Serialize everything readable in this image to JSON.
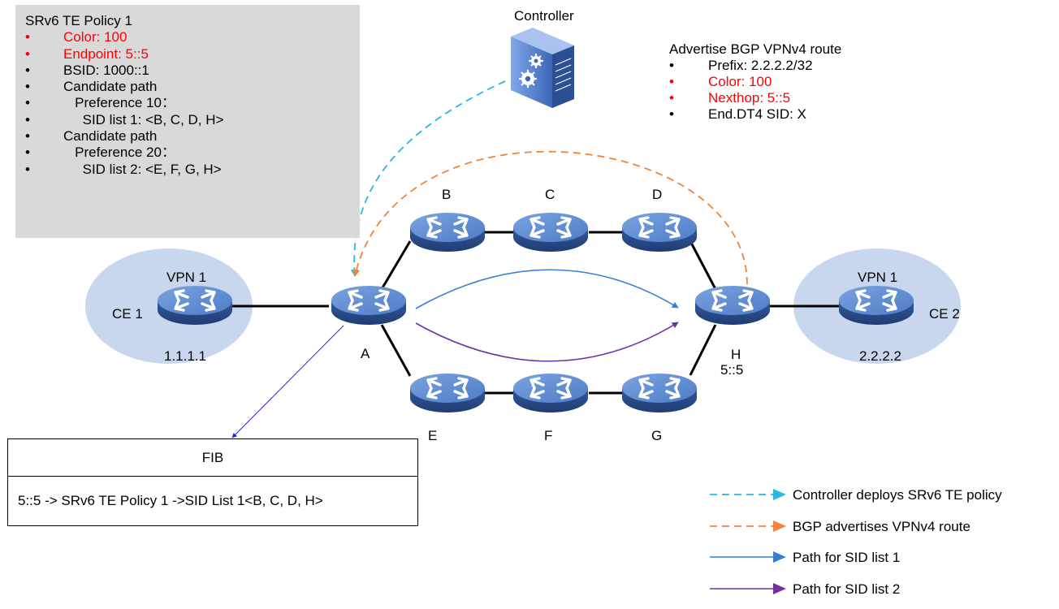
{
  "policy": {
    "title": "SRv6 TE Policy 1",
    "items": [
      {
        "text": "Color: 100",
        "color": "#ff0000"
      },
      {
        "text": "Endpoint: 5::5",
        "color": "#ff0000"
      },
      {
        "text": "BSID: 1000::1",
        "color": "#000000"
      },
      {
        "text": "Candidate path",
        "color": "#000000"
      },
      {
        "text": "   Preference 10：",
        "color": "#000000"
      },
      {
        "text": "     SID list 1: <B, C, D, H>",
        "color": "#000000"
      },
      {
        "text": "Candidate path",
        "color": "#000000"
      },
      {
        "text": "   Preference 20：",
        "color": "#000000"
      },
      {
        "text": "     SID list 2: <E, F, G, H>",
        "color": "#000000"
      }
    ]
  },
  "controller": {
    "label": "Controller"
  },
  "advertise": {
    "title": "Advertise BGP VPNv4 route",
    "items": [
      {
        "text": "Prefix: 2.2.2.2/32",
        "color": "#000000"
      },
      {
        "text": "Color: 100",
        "color": "#ff0000"
      },
      {
        "text": "Nexthop: 5::5",
        "color": "#ff0000"
      },
      {
        "text": "End.DT4 SID: X",
        "color": "#000000"
      }
    ]
  },
  "sites": {
    "left": {
      "vpn": "VPN 1",
      "ce": "CE 1",
      "address": "1.1.1.1"
    },
    "right": {
      "vpn": "VPN 1",
      "ce": "CE 2",
      "address": "2.2.2.2"
    }
  },
  "nodes": {
    "a": "A",
    "b": "B",
    "c": "C",
    "d": "D",
    "e": "E",
    "f": "F",
    "g": "G",
    "h": "H",
    "h_address": "5::5"
  },
  "fib": {
    "title": "FIB",
    "entry": "5::5 -> SRv6 TE Policy 1 ->SID List 1<B, C, D, H>"
  },
  "legend": {
    "controller": "Controller deploys SRv6 TE policy",
    "bgp": "BGP advertises VPNv4 route",
    "sid1": "Path for SID list 1",
    "sid2": "Path for SID list 2"
  },
  "colors": {
    "controller_arrow": "#2bb5e0",
    "bgp_arrow": "#f0843a",
    "sid_list_1": "#3a7ed1",
    "sid_list_2": "#7030a0",
    "fib_pointer": "#2222dd",
    "site_fill": "#c8d7ee",
    "router_blue": "#3f6ab5",
    "highlight_red": "#ff0000"
  }
}
